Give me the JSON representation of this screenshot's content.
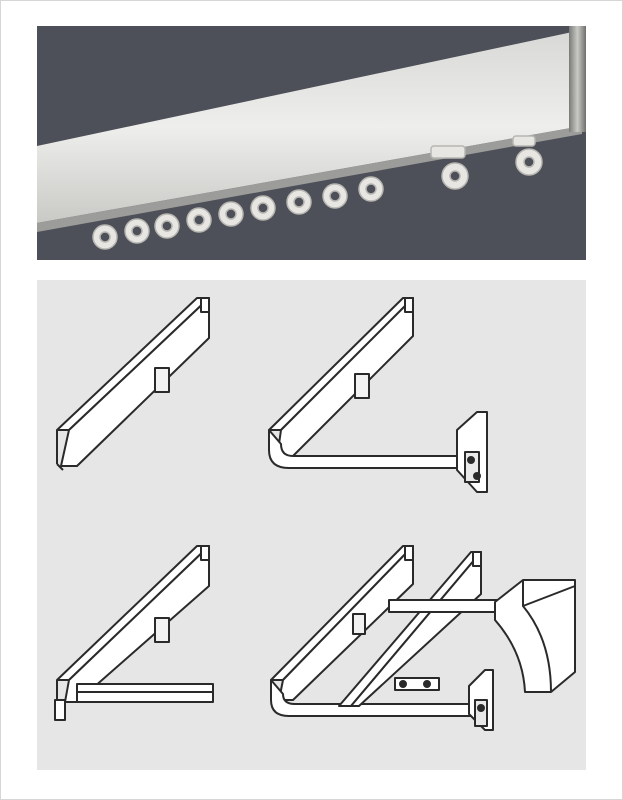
{
  "photo": {
    "subject": "curtain-track-with-glider-hooks",
    "background_color": "#4d5058",
    "glider_count": 11
  },
  "diagram": {
    "background_color": "#e6e6e6",
    "profiles": [
      {
        "variant": "straight-single-track"
      },
      {
        "variant": "single-track-with-wall-bracket"
      },
      {
        "variant": "single-track-with-return-end"
      },
      {
        "variant": "double-track-with-brackets-and-cover"
      }
    ]
  }
}
